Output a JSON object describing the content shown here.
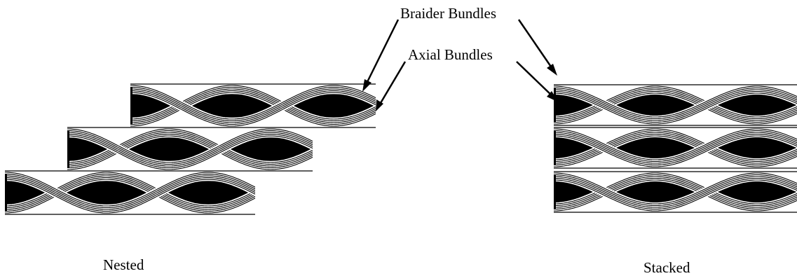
{
  "labels": {
    "braider": "Braider Bundles",
    "axial": "Axial Bundles",
    "nested": "Nested",
    "stacked": "Stacked"
  },
  "colors": {
    "ink": "#000000",
    "paper": "#ffffff"
  },
  "diagram": {
    "nested": {
      "layers": [
        {
          "name": "nested-layer-top",
          "mirror": true
        },
        {
          "name": "nested-layer-middle",
          "mirror": true
        },
        {
          "name": "nested-layer-bottom",
          "mirror": true
        }
      ]
    },
    "stacked": {
      "layers": [
        {
          "name": "stacked-layer-top",
          "mirror": false
        },
        {
          "name": "stacked-layer-middle",
          "mirror": false
        },
        {
          "name": "stacked-layer-bottom",
          "mirror": false
        }
      ]
    }
  }
}
